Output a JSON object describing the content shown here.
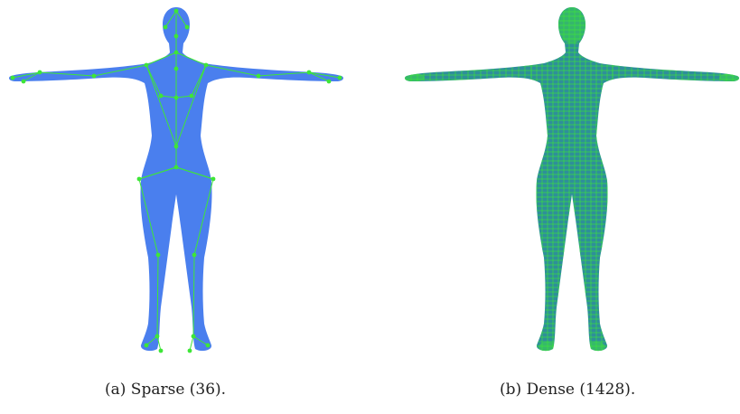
{
  "figure": {
    "panels": [
      {
        "caption": "(a) Sparse (36).",
        "mode": "sparse",
        "body_color": "#4a7fee",
        "overlay_color": "#3ee637"
      },
      {
        "caption": "(b) Dense (1428).",
        "mode": "dense",
        "body_color": "#2e8f9a",
        "overlay_color": "#3ee637"
      }
    ]
  }
}
